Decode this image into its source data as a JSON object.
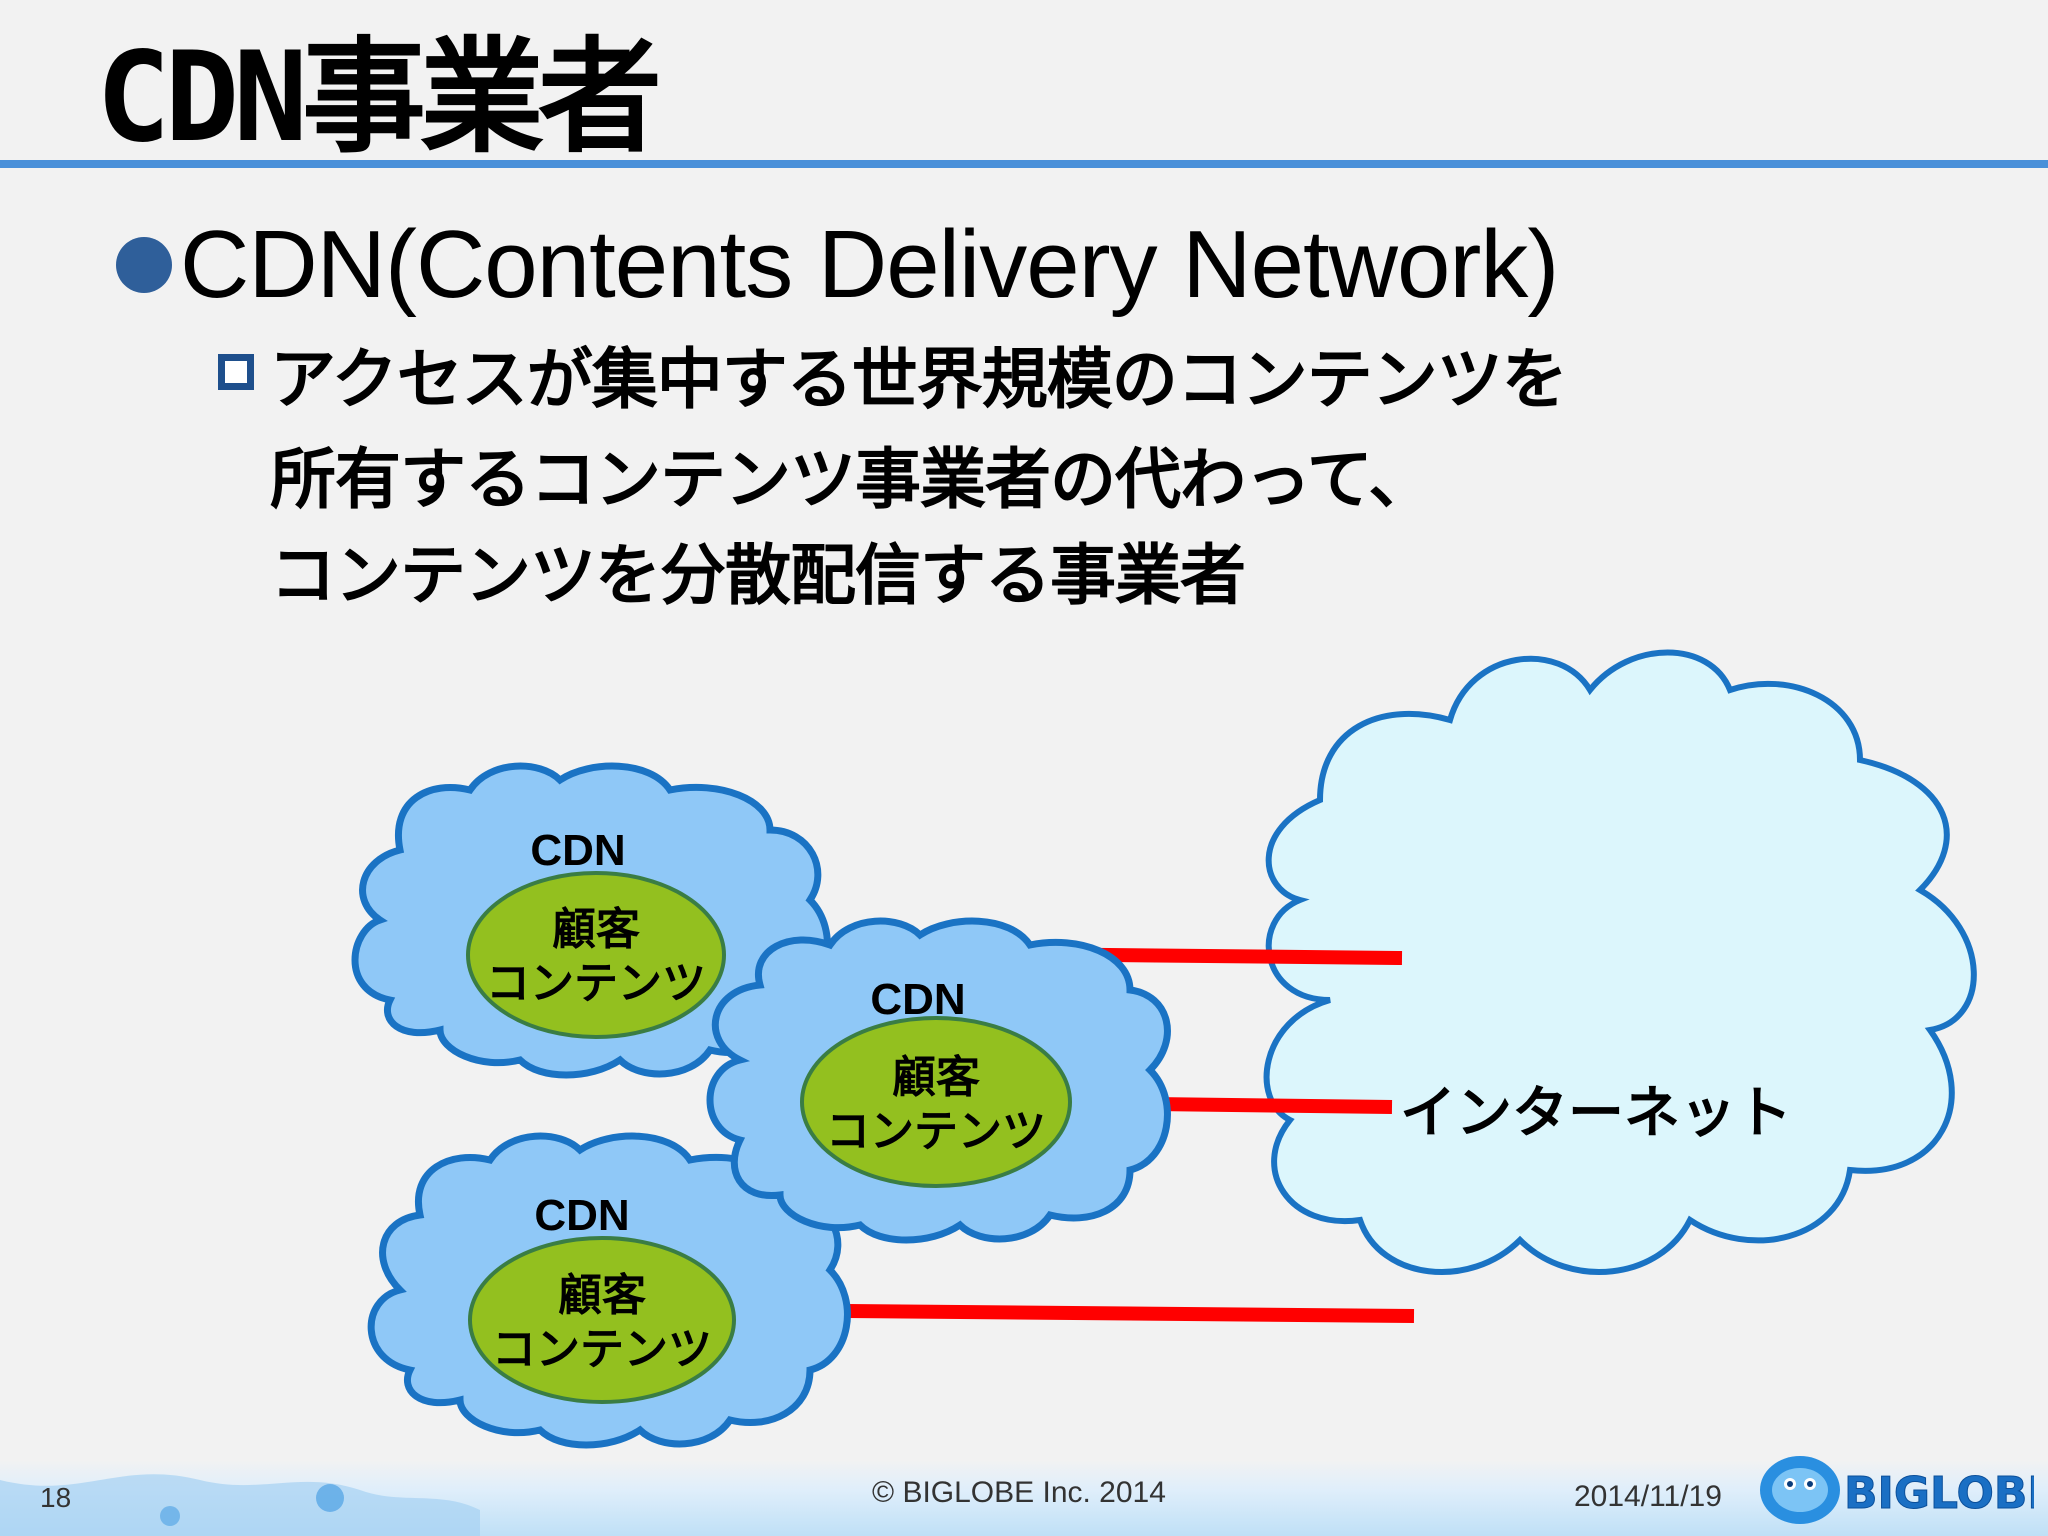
{
  "slide": {
    "title": "CDN事業者",
    "bullet": "CDN(Contents Delivery Network)",
    "sub_lines": [
      "アクセスが集中する世界規模のコンテンツを",
      "所有するコンテンツ事業者の代わって、",
      "コンテンツを分散配信する事業者"
    ]
  },
  "diagram": {
    "cdn_clouds": [
      {
        "label": "CDN",
        "content_line1": "顧客",
        "content_line2": "コンテンツ"
      },
      {
        "label": "CDN",
        "content_line1": "顧客",
        "content_line2": "コンテンツ"
      },
      {
        "label": "CDN",
        "content_line1": "顧客",
        "content_line2": "コンテンツ"
      }
    ],
    "internet_label": "インターネット",
    "colors": {
      "cdn_cloud_fill": "#8fc8f7",
      "cloud_stroke": "#1a73c4",
      "internet_fill": "#dcf6fc",
      "ellipse_fill": "#93c01f",
      "ellipse_stroke": "#3a7d44",
      "link_line": "#ff0000"
    }
  },
  "footer": {
    "page_number": "18",
    "copyright": "© BIGLOBE Inc. 2014",
    "date": "2014/11/19",
    "logo_text": "BIGLOBE"
  }
}
